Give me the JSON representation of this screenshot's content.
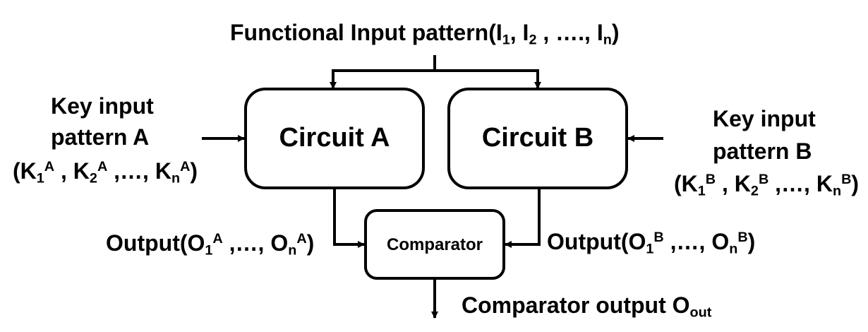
{
  "functional_input": {
    "text": "Functional Input pattern(",
    "terms": [
      {
        "base": "I",
        "sub": "1",
        "sep": ", "
      },
      {
        "base": "I",
        "sub": "2",
        "sep": " , …., "
      },
      {
        "base": "I",
        "sub": "n",
        "sep": ")"
      }
    ]
  },
  "circuit_a": {
    "label": "Circuit A"
  },
  "circuit_b": {
    "label": "Circuit B"
  },
  "comparator": {
    "label": "Comparator"
  },
  "key_a": {
    "line1": "Key input",
    "line2": "pattern A",
    "open": "(",
    "k1": "K",
    "k1_sub": "1",
    "k1_sup": "A",
    "k2": " , K",
    "k2_sub": "2",
    "k2_sup": "A",
    "kn": " ,…, K",
    "kn_sub": "n",
    "kn_sup": "A",
    "close": ")"
  },
  "key_b": {
    "line1": "Key input",
    "line2": "pattern B",
    "open": "(",
    "k1": "K",
    "k1_sub": "1",
    "k1_sup": "B",
    "k2": " , K",
    "k2_sub": "2",
    "k2_sup": "B",
    "kn": " ,…, K",
    "kn_sub": "n",
    "kn_sup": "B",
    "close": ")"
  },
  "output_a": {
    "prefix": "Output(O",
    "o1_sub": "1",
    "o1_sup": "A",
    "mid": " ,…, O",
    "on_sub": "n",
    "on_sup": "A",
    "close": ")"
  },
  "output_b": {
    "prefix": "Output(O",
    "o1_sub": "1",
    "o1_sup": "B",
    "mid": " ,…, O",
    "on_sub": "n",
    "on_sup": "B",
    "close": ")"
  },
  "comparator_output": {
    "text": "Comparator output O",
    "sub": "out"
  }
}
